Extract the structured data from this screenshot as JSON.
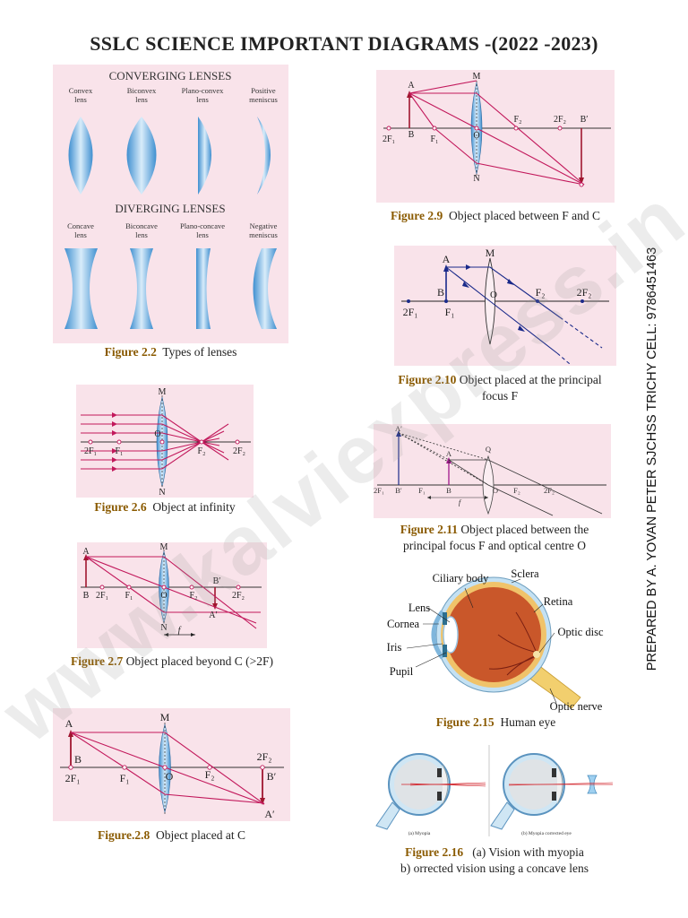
{
  "page": {
    "title": "SSLC SCIENCE  IMPORTANT DIAGRAMS -(2022 -2023)",
    "side_credit": "PREPARED BY A. YOVAN PETER SJCHSS TRICHY CELL: 9786451463",
    "watermark": "www.kalviexpress.in"
  },
  "fig22": {
    "converging_heading": "CONVERGING LENSES",
    "diverging_heading": "DIVERGING LENSES",
    "conv": [
      {
        "l1": "Convex",
        "l2": "lens"
      },
      {
        "l1": "Biconvex",
        "l2": "lens"
      },
      {
        "l1": "Plano-convex",
        "l2": "lens"
      },
      {
        "l1": "Positive",
        "l2": "meniscus"
      }
    ],
    "div": [
      {
        "l1": "Concave",
        "l2": "lens"
      },
      {
        "l1": "Biconcave",
        "l2": "lens"
      },
      {
        "l1": "Plano-concave",
        "l2": "lens"
      },
      {
        "l1": "Negative",
        "l2": "meniscus"
      }
    ],
    "caption_num": "Figure 2.2",
    "caption_text": "Types of lenses"
  },
  "fig26": {
    "labels": {
      "M": "M",
      "N": "N",
      "O": "O",
      "twoF1": "2F₁",
      "F1": "F₁",
      "F2": "F₂",
      "twoF2": "2F₂"
    },
    "caption_num": "Figure 2.6",
    "caption_text": "Object at infinity"
  },
  "fig27": {
    "labels": {
      "A": "A",
      "B": "B",
      "M": "M",
      "N": "N",
      "O": "O",
      "twoF1": "2F₁",
      "F1": "F₁",
      "F2": "F₂",
      "twoF2": "2F₂",
      "Bp": "B′",
      "Ap": "A′",
      "f": "f"
    },
    "caption_num": "Figure 2.7",
    "caption_text": "Object placed beyond C (>2F)"
  },
  "fig28": {
    "labels": {
      "A": "A",
      "B": "B",
      "M": "M",
      "O": "O",
      "twoF1": "2F₁",
      "F1": "F₁",
      "F2": "F₂",
      "twoF2": "2F₂",
      "Bp": "B′",
      "Ap": "A′"
    },
    "caption_num": "Figure.2.8",
    "caption_text": "Object placed at C"
  },
  "fig29": {
    "labels": {
      "A": "A",
      "B": "B",
      "M": "M",
      "N": "N",
      "O": "O",
      "twoF1": "2F₁",
      "F1": "F₁",
      "F2": "F₂",
      "twoF2": "2F₂",
      "Bp": "B′"
    },
    "caption_num": "Figure 2.9",
    "caption_text": "Object placed between F and C"
  },
  "fig210": {
    "labels": {
      "A": "A",
      "B": "B",
      "M": "M",
      "O": "O",
      "twoF1": "2F₁",
      "F1": "F₁",
      "F2": "F₂",
      "twoF2": "2F₂"
    },
    "caption_num": "Figure 2.10",
    "caption_text": "Object placed at the principal",
    "caption_text2": "focus F"
  },
  "fig211": {
    "labels": {
      "Ap": "A′",
      "A": "A",
      "Q": "Q",
      "twoF1": "2F₁",
      "Bp": "B′",
      "F1": "F₁",
      "B": "B",
      "O": "O",
      "F2": "F₂",
      "twoF2": "2F₂",
      "f": "f"
    },
    "caption_num": "Figure  2.11",
    "caption_text": "Object placed between the",
    "caption_text2": "principal focus F and optical centre O"
  },
  "fig215": {
    "labels": {
      "ciliary": "Ciliary body",
      "sclera": "Sclera",
      "retina": "Retina",
      "lens": "Lens",
      "cornea": "Cornea",
      "iris": "Iris",
      "pupil": "Pupil",
      "disc": "Optic disc",
      "nerve": "Optic nerve"
    },
    "caption_num": "Figure 2.15",
    "caption_text": "Human eye"
  },
  "fig216": {
    "sub_a": "(a) Myopia",
    "sub_b": "(b) Myopia corrected eye",
    "caption_num": "Figure 2.16",
    "caption_text": "(a) Vision with myopia",
    "caption_line2": "b)    orrected vision using a concave lens"
  }
}
